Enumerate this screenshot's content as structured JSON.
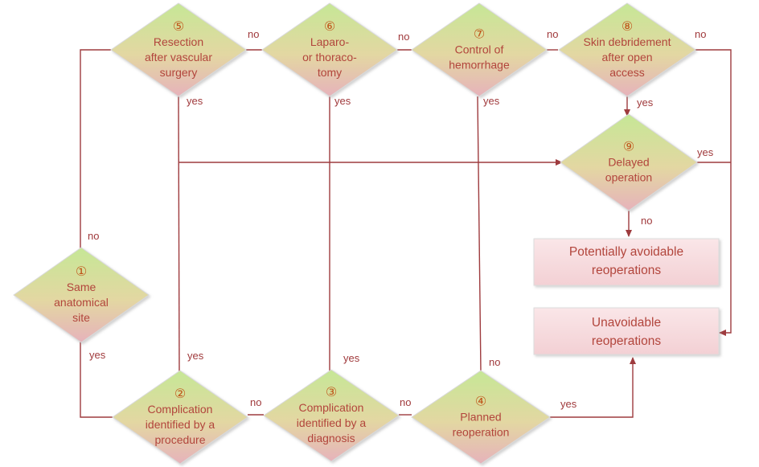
{
  "decisions": [
    {
      "number": "①",
      "lines": [
        "Same",
        "anatomical",
        "site"
      ]
    },
    {
      "number": "②",
      "lines": [
        "Complication",
        "identified by a",
        "procedure"
      ]
    },
    {
      "number": "③",
      "lines": [
        "Complication",
        "identified by a",
        "diagnosis"
      ]
    },
    {
      "number": "④",
      "lines": [
        "Planned",
        "reoperation"
      ]
    },
    {
      "number": "⑤",
      "lines": [
        "Resection",
        "after vascular",
        "surgery"
      ]
    },
    {
      "number": "⑥",
      "lines": [
        "Laparo-",
        "or thoraco-",
        "tomy"
      ]
    },
    {
      "number": "⑦",
      "lines": [
        "Control of",
        "hemorrhage"
      ]
    },
    {
      "number": "⑧",
      "lines": [
        "Skin debridement",
        "after open",
        "access"
      ]
    },
    {
      "number": "⑨",
      "lines": [
        "Delayed",
        "operation"
      ]
    }
  ],
  "outcomes": {
    "potentially_avoidable": [
      "Potentially avoidable",
      "reoperations"
    ],
    "unavoidable": [
      "Unavoidable",
      "reoperations"
    ]
  },
  "connector_labels": {
    "yes": "yes",
    "no": "no"
  },
  "colors": {
    "connector": "#9e3b3e",
    "diamond_top": "#c8e89a",
    "diamond_bottom": "#e7b3bb",
    "text": "#b2453c",
    "number": "#c0551a",
    "outcome_fill": "#f7dadd"
  }
}
